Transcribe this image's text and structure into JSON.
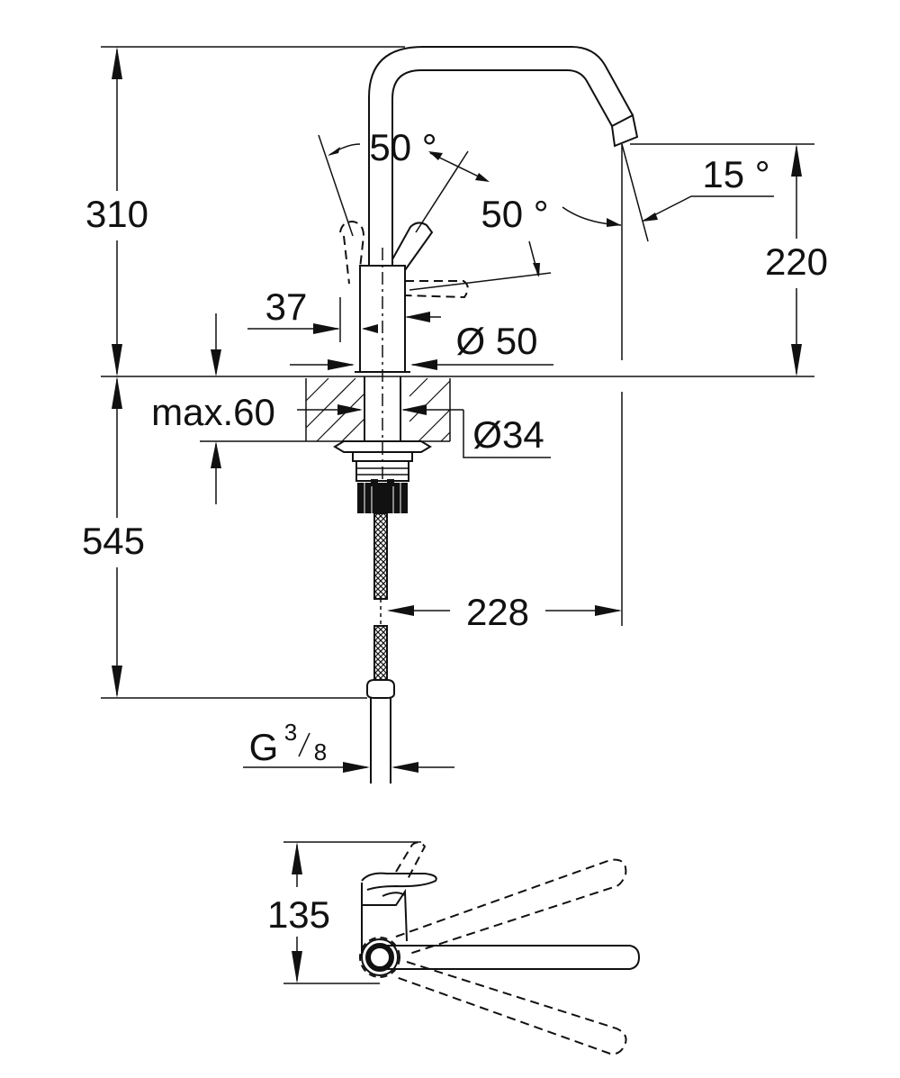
{
  "drawing": {
    "side_view": {
      "height_above_deck": "310",
      "spout_outlet_height": "220",
      "lever_angle_up": "50 °",
      "lever_angle_side": "50 °",
      "aerator_angle": "15 °",
      "lever_offset": "37",
      "body_diameter": "Ø 50",
      "deck_thickness": "max.60",
      "hole_diameter": "Ø34",
      "below_deck_length": "545",
      "spout_reach": "228",
      "connection_thread_prefix": "G",
      "connection_thread_numerator": "3",
      "connection_thread_denominator": "8"
    },
    "top_view": {
      "lever_depth": "135"
    }
  }
}
